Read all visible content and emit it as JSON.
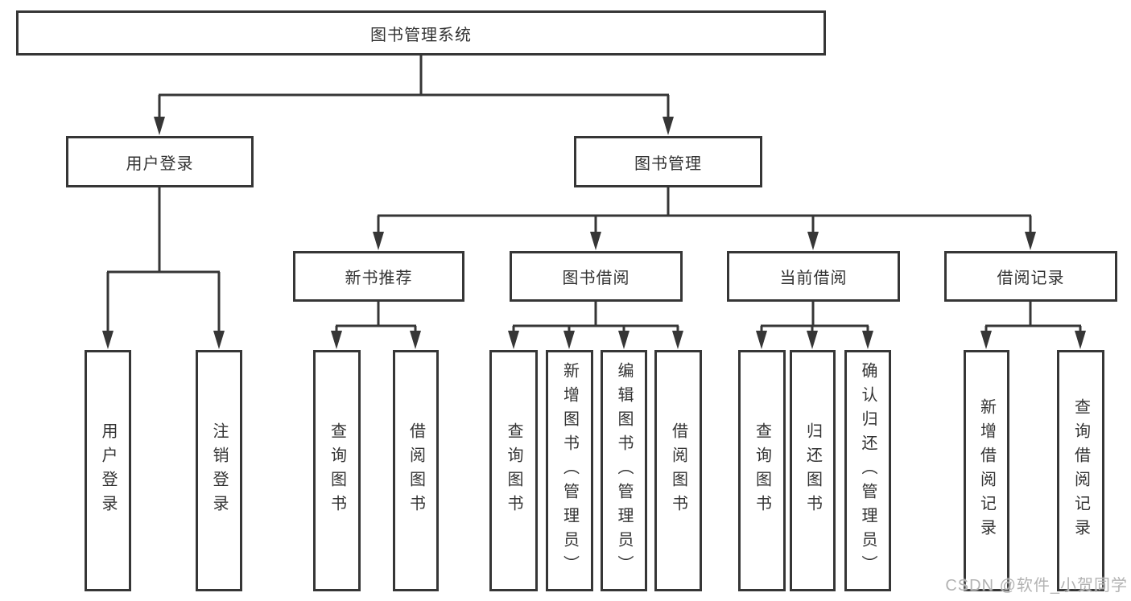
{
  "tree": {
    "root": {
      "label": "图书管理系统"
    },
    "level2": [
      {
        "label": "用户登录"
      },
      {
        "label": "图书管理"
      }
    ],
    "level3": [
      {
        "label": "新书推荐"
      },
      {
        "label": "图书借阅"
      },
      {
        "label": "当前借阅"
      },
      {
        "label": "借阅记录"
      }
    ],
    "leaves": [
      {
        "parent": "用户登录",
        "label": "用户登录"
      },
      {
        "parent": "用户登录",
        "label": "注销登录"
      },
      {
        "parent": "新书推荐",
        "label": "查询图书"
      },
      {
        "parent": "新书推荐",
        "label": "借阅图书"
      },
      {
        "parent": "图书借阅",
        "label": "查询图书"
      },
      {
        "parent": "图书借阅",
        "label": "新增图书（管理员）"
      },
      {
        "parent": "图书借阅",
        "label": "编辑图书（管理员）"
      },
      {
        "parent": "图书借阅",
        "label": "借阅图书"
      },
      {
        "parent": "当前借阅",
        "label": "查询图书"
      },
      {
        "parent": "当前借阅",
        "label": "归还图书"
      },
      {
        "parent": "当前借阅",
        "label": "确认归还（管理员）"
      },
      {
        "parent": "借阅记录",
        "label": "新增借阅记录"
      },
      {
        "parent": "借阅记录",
        "label": "查询借阅记录"
      }
    ]
  },
  "watermark": {
    "text": "CSDN @软件_小贺同学"
  },
  "colors": {
    "line": "#363636",
    "box_border": "#363636",
    "box_fill": "#ffffff",
    "text": "#333333",
    "watermark": "#b3b3b3",
    "background": "#ffffff"
  }
}
